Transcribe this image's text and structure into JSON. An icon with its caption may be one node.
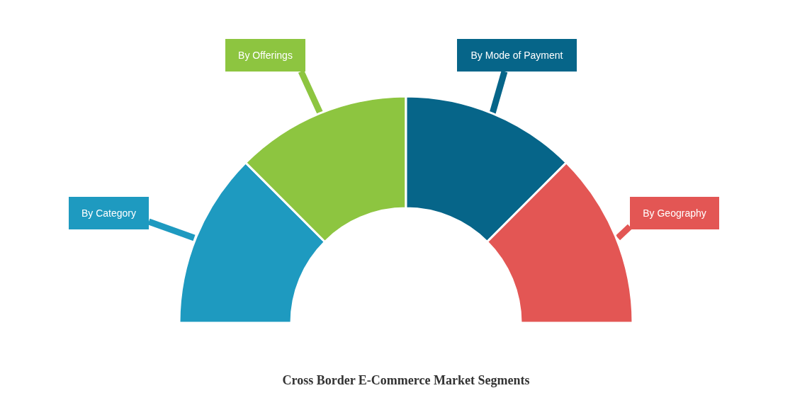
{
  "diagram": {
    "title": "Cross Border E-Commerce Market Segments",
    "nodes": [
      {
        "text": [
          "By Offerings"
        ]
      },
      {
        "text": [
          "By Mode of Payment"
        ]
      },
      {
        "text": [
          "By Category"
        ]
      },
      {
        "text": [
          "By Geography"
        ]
      },
      {
        "text": [],
        "shape": "wedge"
      },
      {
        "text": [],
        "shape": "wedge"
      },
      {
        "text": [],
        "shape": "wedge"
      },
      {
        "text": [],
        "shape": "wedge"
      }
    ],
    "edges": [
      {
        "from": 0,
        "to": 5,
        "arrow": "none",
        "color": "#8dc540"
      },
      {
        "from": 1,
        "to": 6,
        "arrow": "none",
        "color": "#066589"
      },
      {
        "from": 2,
        "to": 4,
        "arrow": "none",
        "color": "#1e9ac0"
      },
      {
        "from": 3,
        "to": 7,
        "arrow": "none",
        "color": "#e35654"
      }
    ]
  }
}
